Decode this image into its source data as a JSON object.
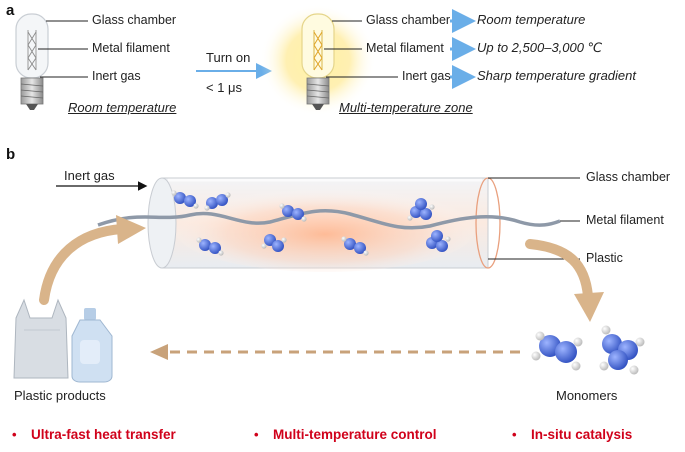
{
  "panel_a": {
    "label": "a",
    "left_bulb": {
      "glass_chamber": "Glass chamber",
      "metal_filament": "Metal filament",
      "inert_gas": "Inert gas",
      "caption": "Room temperature"
    },
    "arrow": {
      "top": "Turn on",
      "bottom": "< 1 μs"
    },
    "right_bulb": {
      "glass_chamber": "Glass chamber",
      "metal_filament": "Metal filament",
      "inert_gas": "Inert gas",
      "glass_result": "Room temperature",
      "filament_result": "Up to 2,500–3,000 ℃",
      "gas_result": "Sharp temperature gradient",
      "caption": "Multi-temperature zone"
    }
  },
  "panel_b": {
    "label": "b",
    "inert_gas": "Inert gas",
    "glass_chamber": "Glass chamber",
    "metal_filament": "Metal filament",
    "plastic": "Plastic",
    "plastic_products": "Plastic products",
    "monomers": "Monomers"
  },
  "features": [
    {
      "bullet": "•",
      "text": "Ultra-fast heat transfer"
    },
    {
      "bullet": "•",
      "text": "Multi-temperature control"
    },
    {
      "bullet": "•",
      "text": "In-situ catalysis"
    }
  ],
  "colors": {
    "feature_red": "#d0021b",
    "arrow_blue": "#6aaee8",
    "curve_tan": "#d9b48a",
    "molecule_blue": "#4a6fd6"
  }
}
